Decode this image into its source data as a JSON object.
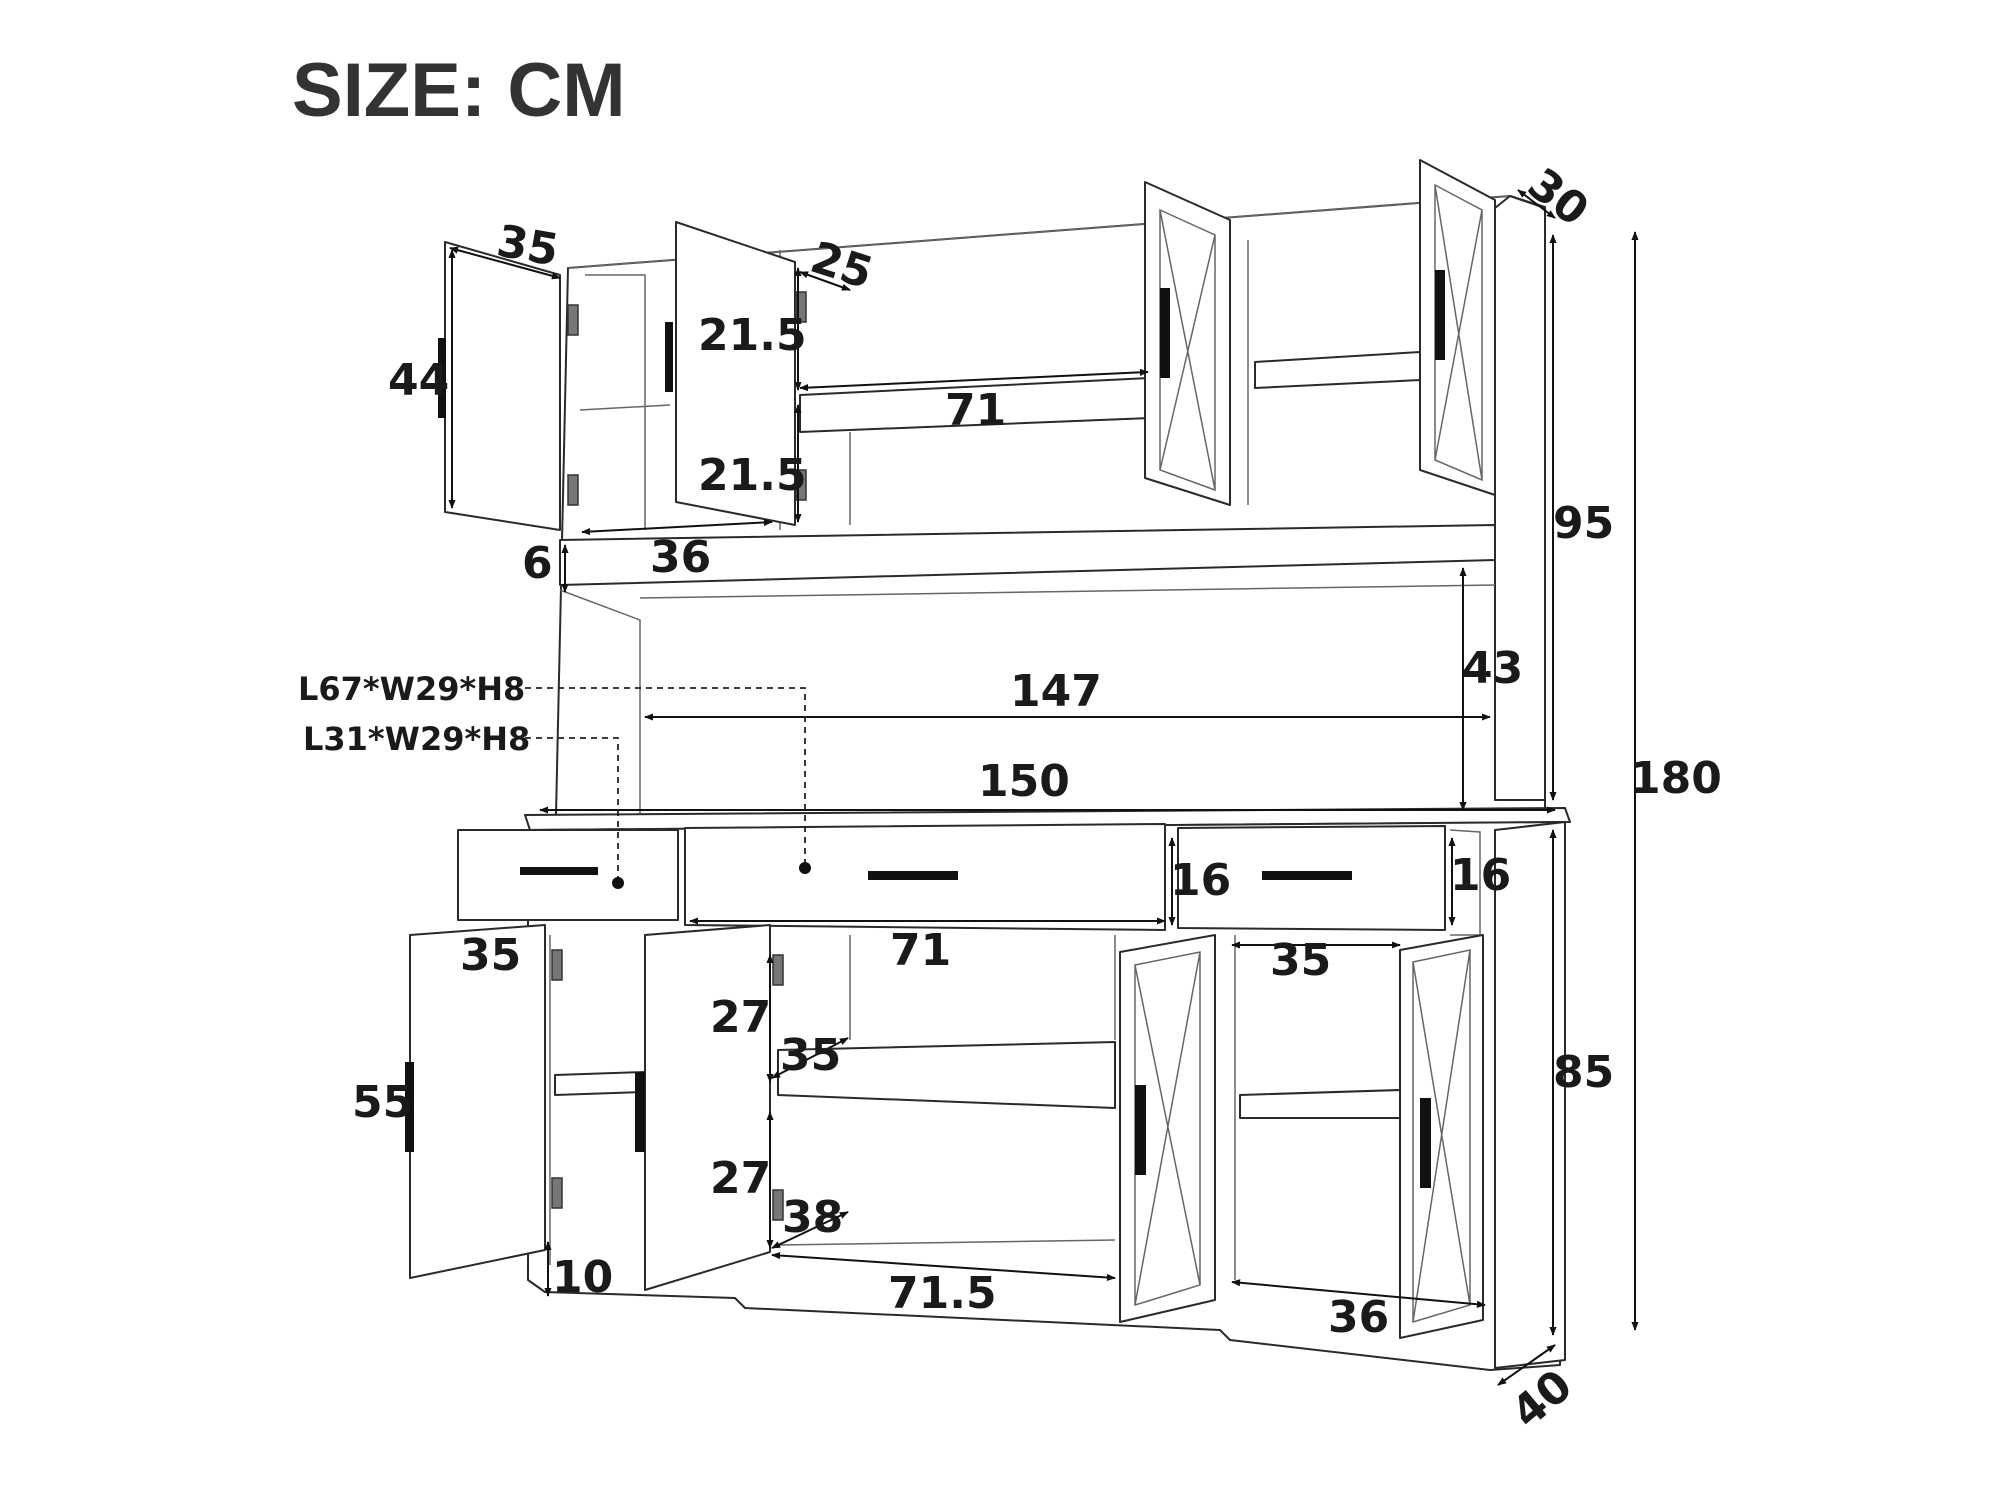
{
  "title": "SIZE: CM",
  "dimensions": {
    "upper_door_width": "35",
    "upper_door_height": "44",
    "upper_small_shelf_height_1": "21.5",
    "upper_small_shelf_height_2": "21.5",
    "upper_small_depth": "25",
    "upper_inner_width": "36",
    "upper_open_shelf_width": "71",
    "top_depth": "30",
    "hutch_height": "95",
    "overall_height": "180",
    "gap_6": "6",
    "hutch_inner_width": "147",
    "hutch_inner_height": "43",
    "countertop_width": "150",
    "drawer_height_left": "16",
    "drawer_height_right": "16",
    "middle_drawer_width": "71",
    "lower_left_door_width": "35",
    "lower_right_door_width": "35",
    "lower_door_height": "55",
    "lower_shelf_height_1": "27",
    "lower_shelf_height_2": "27",
    "lower_shelf_depth_1": "35",
    "lower_shelf_depth_2": "38",
    "base_height": "10",
    "lower_open_width": "71.5",
    "lower_right_inner_width": "36",
    "base_cabinet_height": "85",
    "base_depth": "40"
  },
  "drawer_specs": {
    "large": "L67*W29*H8",
    "small": "L31*W29*H8"
  }
}
